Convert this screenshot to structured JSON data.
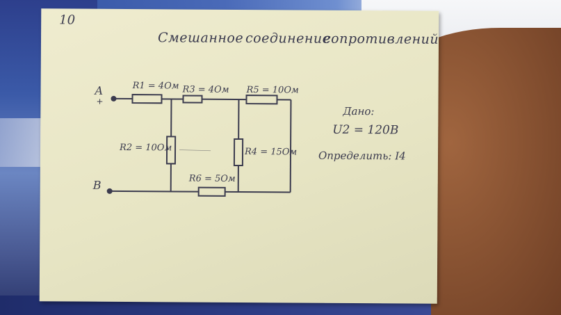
{
  "card": {
    "number": "10",
    "title_words": [
      "Смешанное",
      "соединение",
      "сопротивлений"
    ]
  },
  "circuit": {
    "terminal_a": "A",
    "terminal_a_sign": "+",
    "terminal_b": "B",
    "r1": "R1 = 4Ом",
    "r2": "R2 = 10Ом",
    "r3": "R3 = 4Ом",
    "r4": "R4 = 15Ом",
    "r5": "R5 = 10Ом",
    "r6": "R6 = 5Ом"
  },
  "given": {
    "header": "Дано:",
    "voltage": "U2 = 120В",
    "find": "Определить: I4"
  },
  "colors": {
    "ink": "#3b3b4e",
    "card": "#ebe8c9"
  }
}
